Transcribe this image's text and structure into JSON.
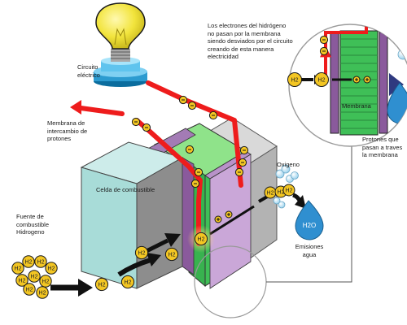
{
  "labels": {
    "circuito": [
      "Circuito",
      "eléctrico"
    ],
    "membrana_intercambio": [
      "Membrana de",
      "intercambio de",
      "protones"
    ],
    "celda": "Celda de combustible",
    "fuente": [
      "Fuente de",
      "combustible",
      "Hidrogeno"
    ],
    "oxigeno": "Oxigeno",
    "emisiones": [
      "Emisiones",
      "agua"
    ],
    "explicacion": [
      "Los electrones del hidrógeno",
      "no pasan por la membrana",
      "siendo desviados por el circuito",
      "creando de esta manera",
      "electricidad"
    ],
    "membrana_zoom": "Membrana",
    "protones": [
      "Protones que",
      "pasan a traves",
      "la membrana"
    ]
  },
  "symbols": {
    "hydrogen": "H2",
    "water": "H2O",
    "electron": "e-",
    "proton": "+"
  },
  "colors": {
    "wire": "#ee1c1c",
    "electron": "#f3c623",
    "hydrogen_halo": "#f7d37a",
    "membrane_green": "#44c45c",
    "membrane_purple": "#8a5a9c",
    "electrode_light": "#a8dcd8",
    "block_gray": "#b8b8b8",
    "water_drop": "#2f8fd0",
    "bulb": "#f2e43c"
  },
  "icons": [
    "light-bulb-icon",
    "water-drop-icon",
    "hydrogen-molecule-icon",
    "electron-icon",
    "oxygen-molecule-icon",
    "arrow-icon"
  ]
}
